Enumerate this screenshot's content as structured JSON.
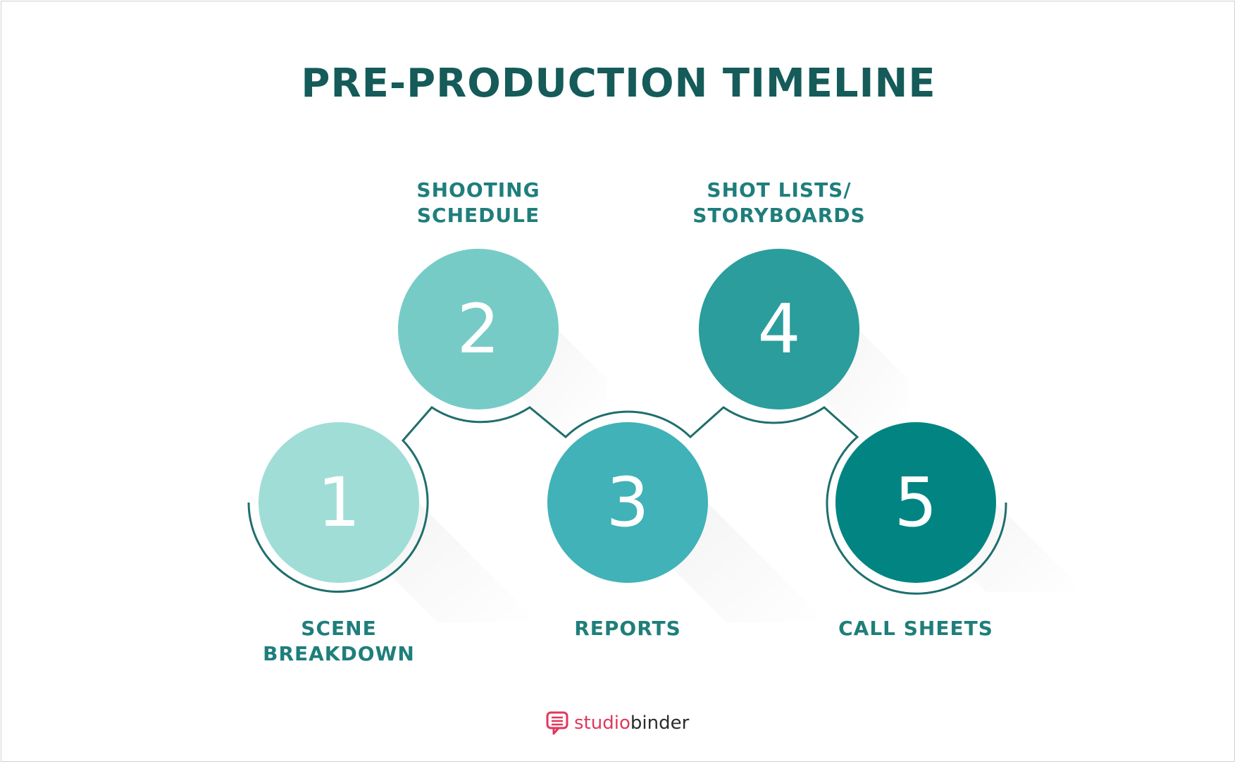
{
  "title": "PRE-PRODUCTION TIMELINE",
  "steps": [
    {
      "number": "1",
      "label": "SCENE\nBREAKDOWN",
      "color": "#a0ddd7"
    },
    {
      "number": "2",
      "label": "SHOOTING\nSCHEDULE",
      "color": "#76cbc7"
    },
    {
      "number": "3",
      "label": "REPORTS",
      "color": "#41b2b7"
    },
    {
      "number": "4",
      "label": "SHOT LISTS/\nSTORYBOARDS",
      "color": "#2a9d9c"
    },
    {
      "number": "5",
      "label": "CALL SHEETS",
      "color": "#028582"
    }
  ],
  "connector_color": "#1e6f6d",
  "logo": {
    "part1": "studio",
    "part2": "binder",
    "icon": "speech-bubble-icon",
    "accent": "#e1375c"
  }
}
